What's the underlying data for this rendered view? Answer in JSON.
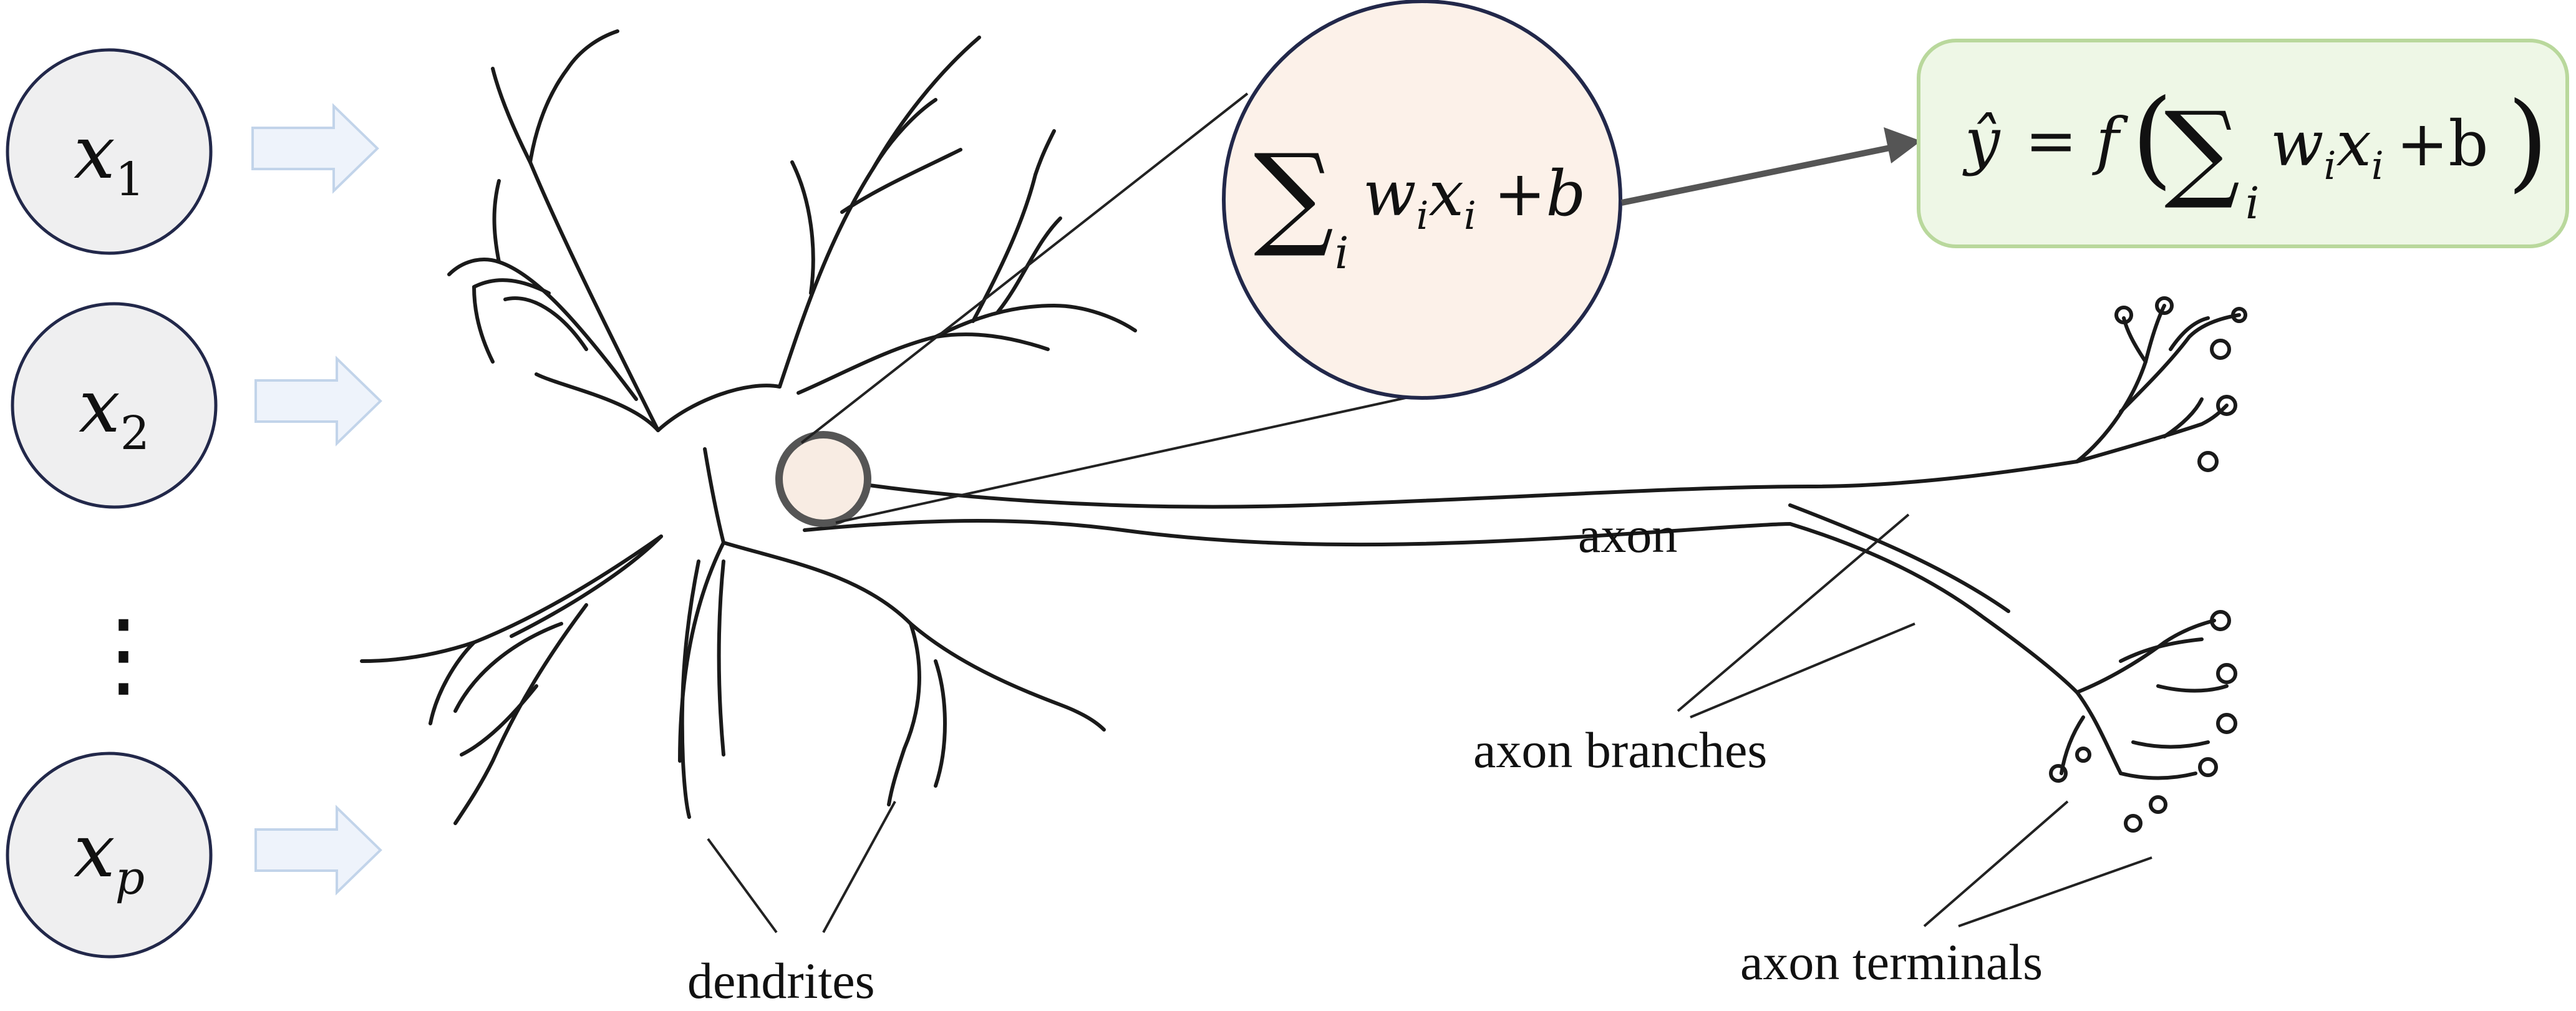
{
  "inputs": [
    {
      "sym": "x",
      "sub": "1"
    },
    {
      "sym": "x",
      "sub": "2"
    },
    {
      "sym": "x",
      "sub": "p"
    }
  ],
  "ellipsis": "⋮",
  "sum_node": {
    "sigma": "∑",
    "index": "i",
    "w": "w",
    "w_sub": "i",
    "x": "x",
    "x_sub": "i",
    "bias": "+b"
  },
  "output": {
    "yhat": "ŷ",
    "eq": "=",
    "f": "f",
    "lparen": "(",
    "sigma": "∑",
    "index": "i",
    "w": "w",
    "w_sub": "i",
    "x": "x",
    "x_sub": "i",
    "bias": "+b",
    "rparen": ")"
  },
  "labels": {
    "axon": "axon",
    "axon_branches": "axon branches",
    "axon_terminals": "axon terminals",
    "dendrites": "dendrites"
  },
  "colors": {
    "input_fill": "#efeff0",
    "input_stroke": "#22284a",
    "arrow_fill": "#eef3fb",
    "arrow_stroke": "#c2d4ea",
    "sum_fill": "#fcf1e9",
    "sum_stroke": "#22284a",
    "output_fill": "#eef7e6",
    "output_stroke": "#b9d89c",
    "soma_fill": "#f8ece3",
    "connector": "#555555"
  }
}
